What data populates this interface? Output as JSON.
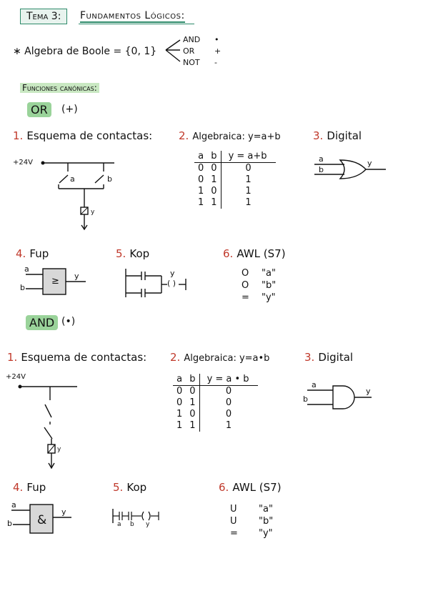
{
  "header": {
    "tema": "Tema 3:",
    "title": "Fundamentos Lógicos:"
  },
  "algebra": {
    "text": "∗ Algebra de Boole = {0, 1}",
    "ops": [
      {
        "name": "AND",
        "symbol": "•"
      },
      {
        "name": "OR",
        "symbol": "+"
      },
      {
        "name": "NOT",
        "symbol": "-"
      }
    ]
  },
  "funciones_title": "Funciones canónicas:",
  "or_section": {
    "label": "OR",
    "op": "(+)",
    "h1_num": "1.",
    "h1_text": "Esquema de contactas:",
    "h2_num": "2.",
    "h2_text": "Algebraica: y=a+b",
    "h3_num": "3.",
    "h3_text": "Digital",
    "h4_num": "4.",
    "h4_text": "Fup",
    "h5_num": "5.",
    "h5_text": "Kop",
    "h6_num": "6.",
    "h6_text": "AWL (S7)",
    "voltage": "+24V",
    "contact_a": "a",
    "contact_b": "b",
    "output": "y",
    "truth_header": [
      "a",
      "b",
      "y = a+b"
    ],
    "truth_rows": [
      [
        "0",
        "0",
        "0"
      ],
      [
        "0",
        "1",
        "1"
      ],
      [
        "1",
        "0",
        "1"
      ],
      [
        "1",
        "1",
        "1"
      ]
    ],
    "fup_symbol": "≥",
    "kop_coil": "( )",
    "awl": [
      [
        "O",
        "\"a\""
      ],
      [
        "O",
        "\"b\""
      ],
      [
        "=",
        "\"y\""
      ]
    ]
  },
  "and_section": {
    "label": "AND",
    "op": "(•)",
    "h1_num": "1.",
    "h1_text": "Esquema de contactas:",
    "h2_num": "2.",
    "h2_text": "Algebraica: y=a•b",
    "h3_num": "3.",
    "h3_text": "Digital",
    "h4_num": "4.",
    "h4_text": "Fup",
    "h5_num": "5.",
    "h5_text": "Kop",
    "h6_num": "6.",
    "h6_text": "AWL (S7)",
    "voltage": "+24V",
    "output": "y",
    "contact_a": "a",
    "contact_b": "b",
    "truth_header": [
      "a",
      "b",
      "y = a • b"
    ],
    "truth_rows": [
      [
        "0",
        "0",
        "0"
      ],
      [
        "0",
        "1",
        "0"
      ],
      [
        "1",
        "0",
        "0"
      ],
      [
        "1",
        "1",
        "1"
      ]
    ],
    "fup_symbol": "&",
    "awl": [
      [
        "U",
        "\"a\""
      ],
      [
        "U",
        "\"b\""
      ],
      [
        "=",
        "\"y\""
      ]
    ]
  }
}
